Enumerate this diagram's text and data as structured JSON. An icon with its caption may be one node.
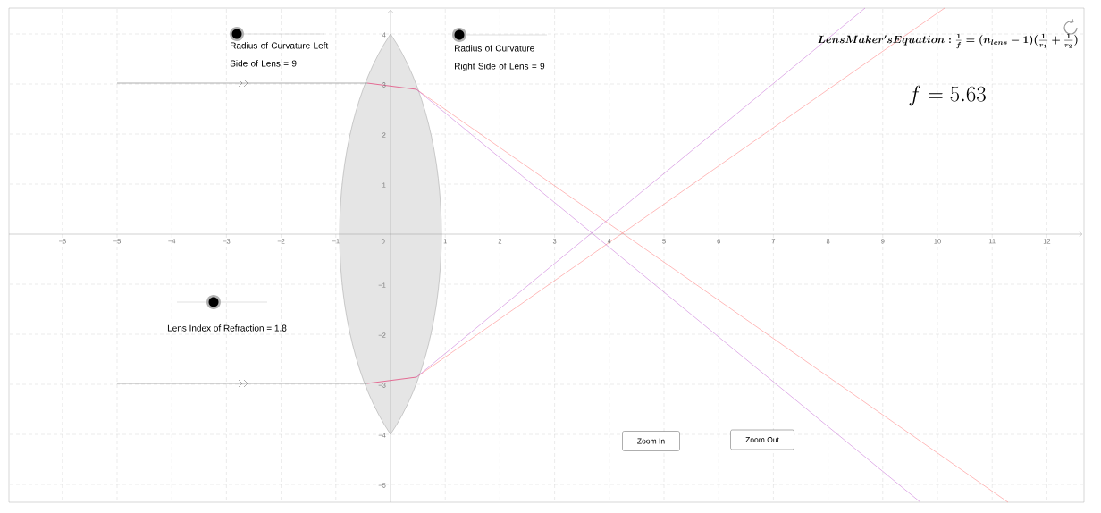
{
  "diagram": {
    "nodes": [
      {
        "text": [
          "Zoom In"
        ]
      },
      {
        "text": [
          "Zoom Out"
        ]
      }
    ],
    "labels": [
      "Radius of Curvature Left Side of Lens = 9",
      "Radius of Curvature Right Side of Lens = 9",
      "Lens Index of Refraction = 1.8",
      "\\boldsymbol{LensMaker's Equation: \\frac{1}{f}=(n_{lens}-1)(\\frac{1}{r_1}+\\frac{1}{r_2})}",
      "f = 5.63",
      "4",
      "3",
      "2",
      "1",
      "−6",
      "−5",
      "−4",
      "−3",
      "−2",
      "−1",
      "0",
      "1",
      "2",
      "3",
      "4",
      "5",
      "6",
      "7",
      "8",
      "9",
      "10",
      "11",
      "12",
      "−1",
      "−2",
      "−3",
      "−4",
      "−5"
    ]
  }
}
